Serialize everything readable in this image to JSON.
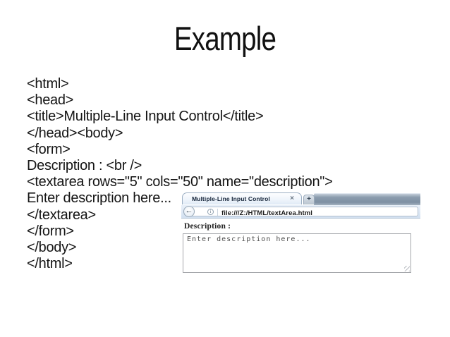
{
  "slide": {
    "title": "Example",
    "code_lines": [
      "<html>",
      "<head>",
      "<title>Multiple-Line Input Control</title>",
      "</head><body>",
      "<form>",
      "Description : <br />",
      "<textarea rows=\"5\" cols=\"50\" name=\"description\">",
      "Enter description here...",
      "</textarea>",
      "</form>",
      "</body>",
      "</html>"
    ]
  },
  "browser": {
    "tab": {
      "title": "Multiple-Line Input Control",
      "close_label": "×",
      "new_tab_label": "+"
    },
    "navbar": {
      "back_label": "←",
      "info_label": "i",
      "url": "file:///Z:/HTML/textArea.html"
    },
    "page": {
      "form_label": "Description :",
      "textarea_text": "Enter description here..."
    }
  },
  "colors": {
    "strip_mid": "#8b9cae",
    "navbar_blue": "#e9f0f9",
    "tab_text": "#16253a"
  }
}
